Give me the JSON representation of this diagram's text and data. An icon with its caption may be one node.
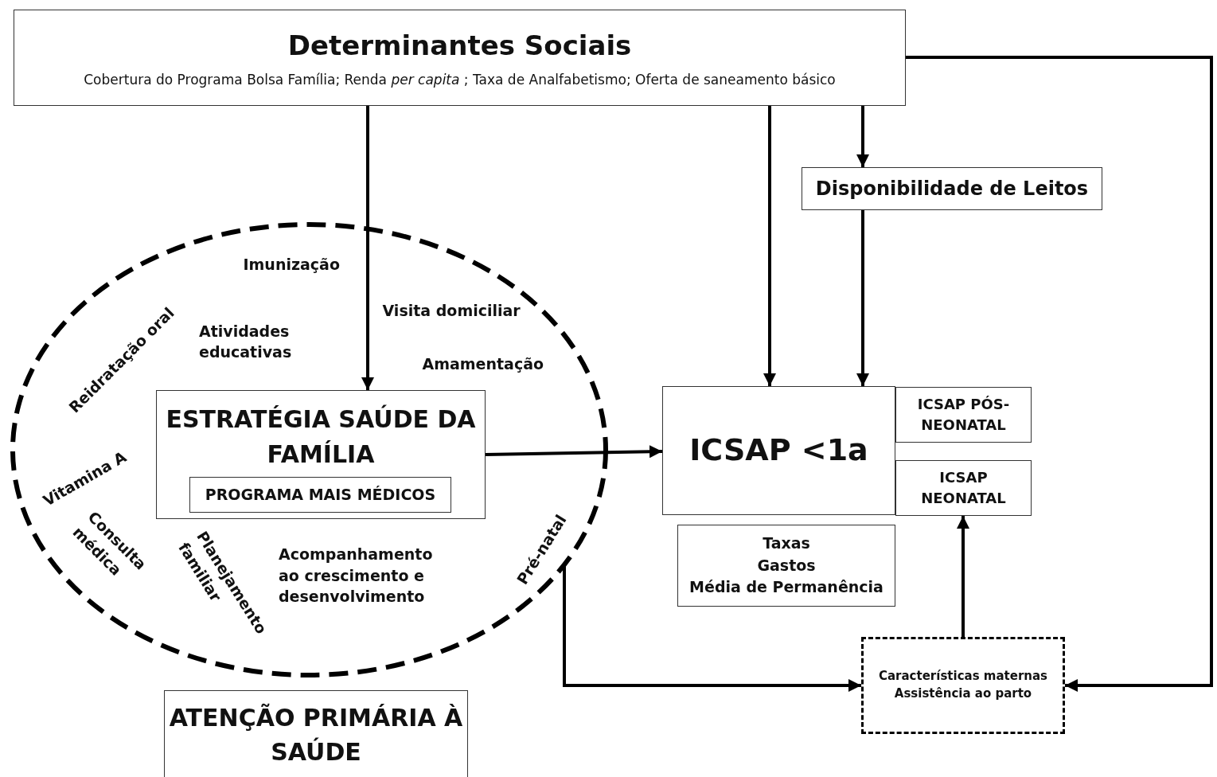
{
  "diagram": {
    "nodes": [
      {
        "text": [
          "Determinantes Sociais",
          "Cobertura do Programa Bolsa Família; Renda *per capita* ; Taxa de Analfabetismo; Oferta de saneamento básico"
        ]
      },
      {
        "text": [
          "Disponibilidade de Leitos"
        ]
      },
      {
        "text": [],
        "shape": "ellipse"
      },
      {
        "text": [
          "ESTRATÉGIA SAÚDE DA FAMÍLIA"
        ],
        "in": 2
      },
      {
        "text": [
          "PROGRAMA MAIS MÉDICOS"
        ],
        "in": 3
      },
      {
        "text": [
          "ICSAP <1a"
        ]
      },
      {
        "text": [
          "ICSAP PÓS-NEONATAL"
        ]
      },
      {
        "text": [
          "ICSAP NEONATAL"
        ]
      },
      {
        "text": [
          "Taxas",
          "Gastos",
          "Média de Permanência"
        ]
      },
      {
        "text": [
          "Características maternas",
          "Assistência ao parto"
        ]
      },
      {
        "text": [
          "ATENÇÃO PRIMÁRIA À SAÚDE"
        ]
      }
    ],
    "edges": [
      {
        "from": 0,
        "to": 3,
        "arrow": "to"
      },
      {
        "from": 0,
        "to": 5,
        "arrow": "to"
      },
      {
        "from": 0,
        "to": 1,
        "arrow": "to"
      },
      {
        "from": 1,
        "to": 5,
        "arrow": "to"
      },
      {
        "from": 0,
        "to": 9,
        "arrow": "to"
      },
      {
        "from": 3,
        "to": 5,
        "arrow": "to"
      },
      {
        "from": 2,
        "to": 9,
        "arrow": "to"
      },
      {
        "from": 9,
        "to": 7,
        "arrow": "to"
      }
    ],
    "labels": [
      "Imunização",
      "Reidratação oral",
      "Atividades educativas",
      "Visita domiciliar",
      "Amamentação",
      "Vitamina A",
      "Consulta médica",
      "Planejamento familiar",
      "Acompanhamento ao crescimento e desenvolvimento",
      "Pré-natal"
    ]
  }
}
